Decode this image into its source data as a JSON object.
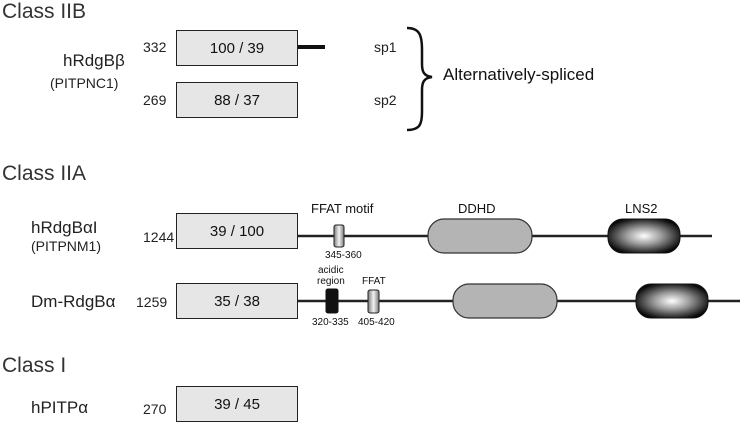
{
  "class_iib": {
    "heading": "Class IIB",
    "protein": "hRdgBβ",
    "alias": "(PITPNC1)",
    "splice_variants": [
      {
        "label": "sp1",
        "length": "332",
        "identity": "100 / 39"
      },
      {
        "label": "sp2",
        "length": "269",
        "identity": "88 / 37"
      }
    ],
    "splice_note": "Alternatively-spliced"
  },
  "class_iia": {
    "heading": "Class IIA",
    "proteins": [
      {
        "name": "hRdgBαI",
        "alias": "(PITPNM1)",
        "length": "1244",
        "identity": "39 / 100",
        "ffat_label": "FFAT motif",
        "ffat_range": "345-360",
        "ddhd_label": "DDHD",
        "lns2_label": "LNS2"
      },
      {
        "name": "Dm-RdgBα",
        "length": "1259",
        "identity": "35 / 38",
        "acidic_label_1": "acidic",
        "acidic_label_2": "region",
        "acidic_range": "320-335",
        "ffat_label": "FFAT",
        "ffat_range": "405-420"
      }
    ]
  },
  "class_i": {
    "heading": "Class I",
    "protein": "hPITPα",
    "length": "270",
    "identity": "39 / 45"
  }
}
